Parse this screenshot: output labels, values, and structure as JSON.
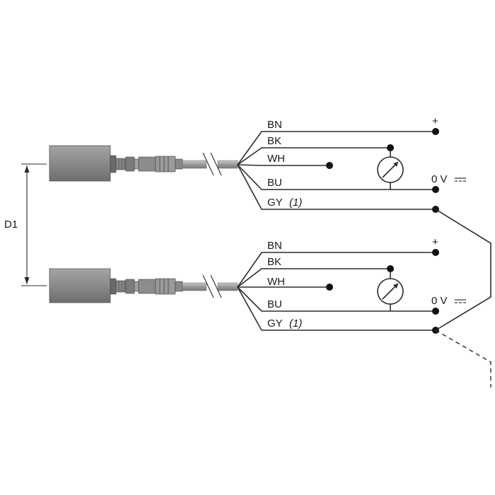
{
  "diagram": {
    "dimension_label": "D1",
    "sensors": [
      {
        "wires": {
          "bn": "BN",
          "bk": "BK",
          "wh": "WH",
          "bu": "BU",
          "gy": "GY",
          "gy_note": "(1)"
        },
        "supply_plus": "+",
        "supply_zero": "0 V",
        "dc_symbol": "⎓"
      },
      {
        "wires": {
          "bn": "BN",
          "bk": "BK",
          "wh": "WH",
          "bu": "BU",
          "gy": "GY",
          "gy_note": "(1)"
        },
        "supply_plus": "+",
        "supply_zero": "0 V",
        "dc_symbol": "⎓"
      }
    ],
    "colors": {
      "sensor_body": "#8a8a8a",
      "cable": "#9a9a9a",
      "line": "#2b2b2b"
    }
  }
}
